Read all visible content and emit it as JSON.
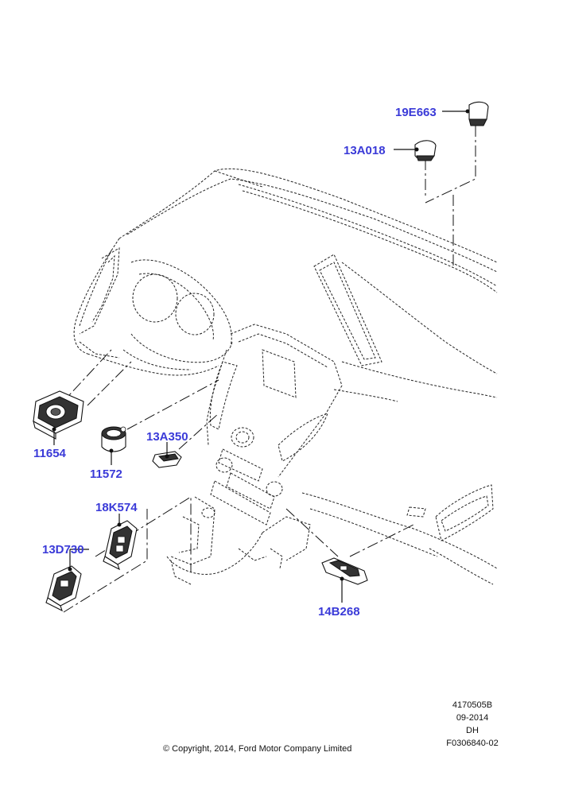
{
  "callouts": {
    "c19E663": "19E663",
    "c13A018": "13A018",
    "c11654": "11654",
    "c11572": "11572",
    "c13A350": "13A350",
    "c18K574": "18K574",
    "c13D730": "13D730",
    "c14B268": "14B268"
  },
  "reference": {
    "line1": "4170505B",
    "line2": "09-2014",
    "line3": "DH",
    "line4": "F0306840-02"
  },
  "copyright": "© Copyright, 2014, Ford Motor Company Limited",
  "colors": {
    "callout": "#3a3ad8",
    "line": "#111111"
  }
}
